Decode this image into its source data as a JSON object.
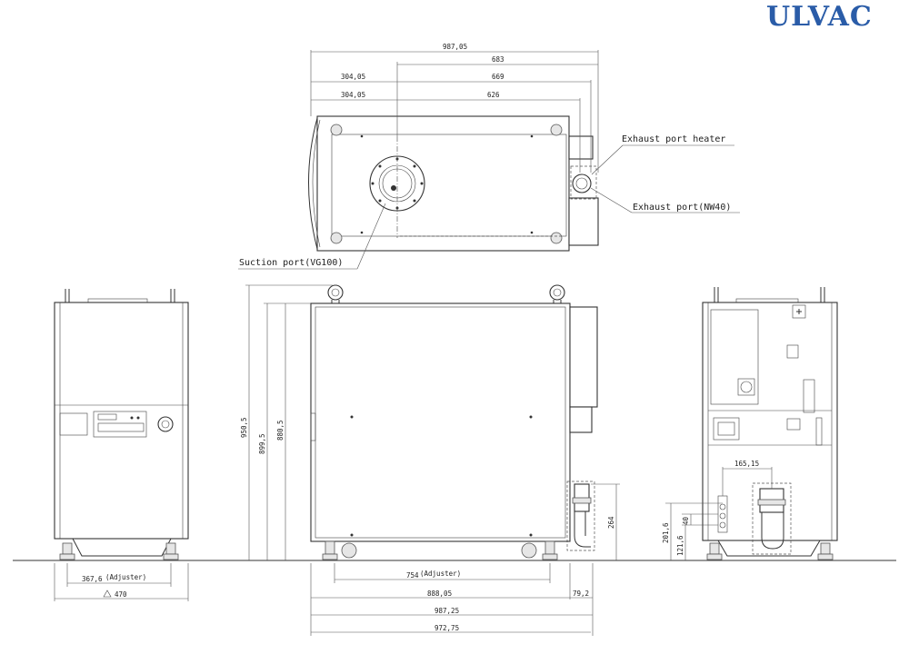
{
  "brand": {
    "logo_text": "ULVAC",
    "logo_color": "#2a5ca8"
  },
  "callouts": {
    "exhaust_heater": "Exhaust port heater",
    "exhaust_port": "Exhaust port(NW40)",
    "suction_port": "Suction port(VG100)"
  },
  "dimensions": {
    "top_overall": "987,05",
    "top_683": "683",
    "top_669": "669",
    "top_626": "626",
    "top_left_a": "304,05",
    "top_left_b": "304,05",
    "left_adjuster": "367,6",
    "adjuster_label": "(Adjuster)",
    "left_width": "470",
    "height_total": "950,5",
    "height_2": "899,5",
    "height_3": "880,5",
    "side_adjuster": "754",
    "side_888": "888,05",
    "side_79": "79,2",
    "side_987": "987,25",
    "side_972": "972,75",
    "exhaust_height": "264",
    "right_165": "165,15",
    "right_201": "201,6",
    "right_121": "121,6",
    "right_40": "40"
  }
}
